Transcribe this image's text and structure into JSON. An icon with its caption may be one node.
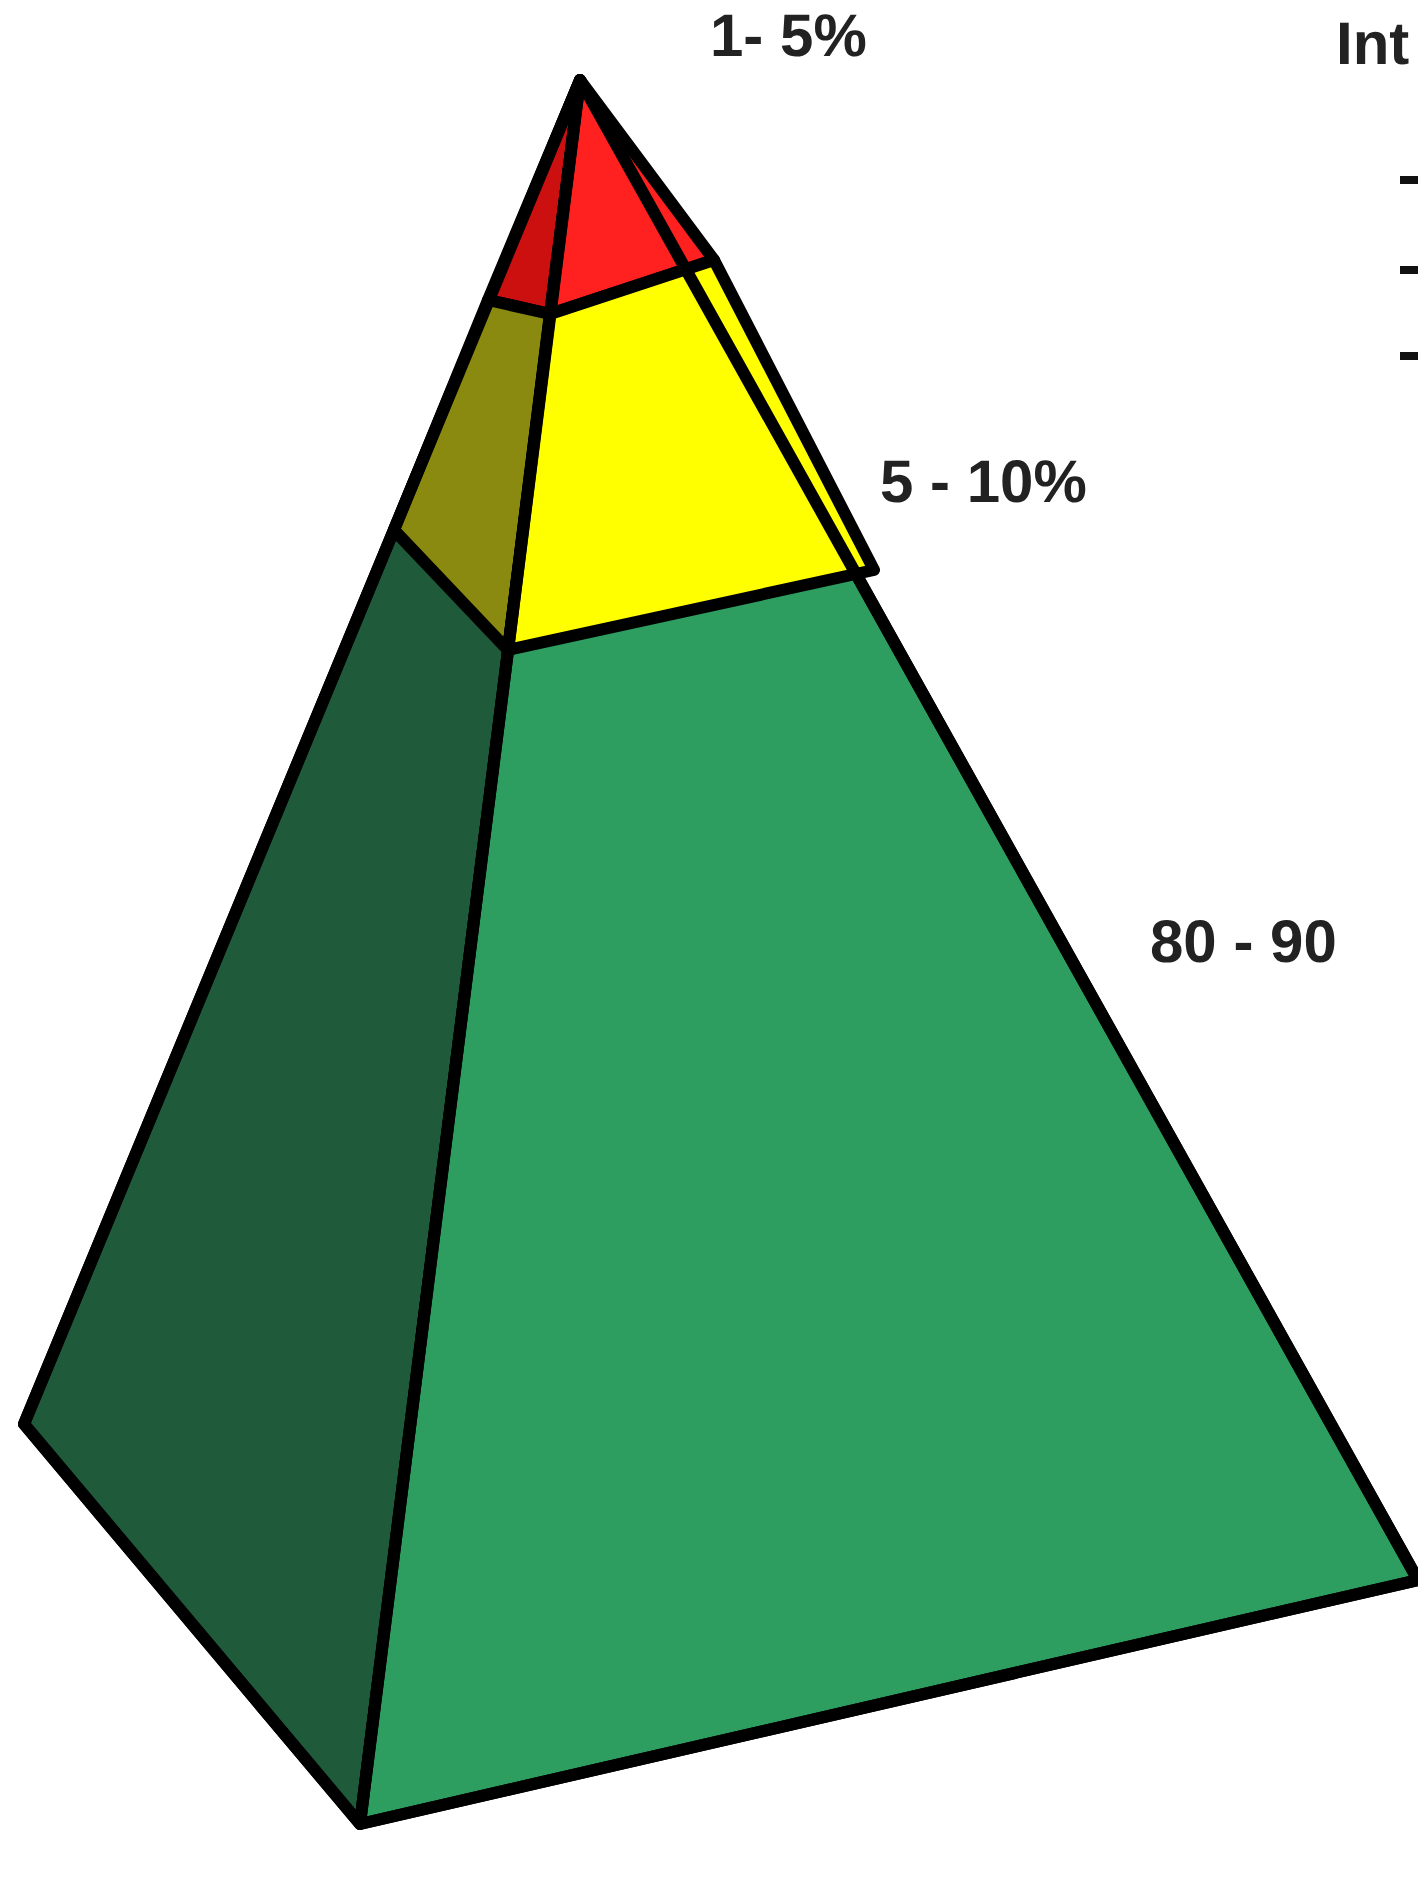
{
  "diagram": {
    "labels": [
      "1- 5%",
      "5 - 10%",
      "80 - 90",
      "Int"
    ]
  }
}
